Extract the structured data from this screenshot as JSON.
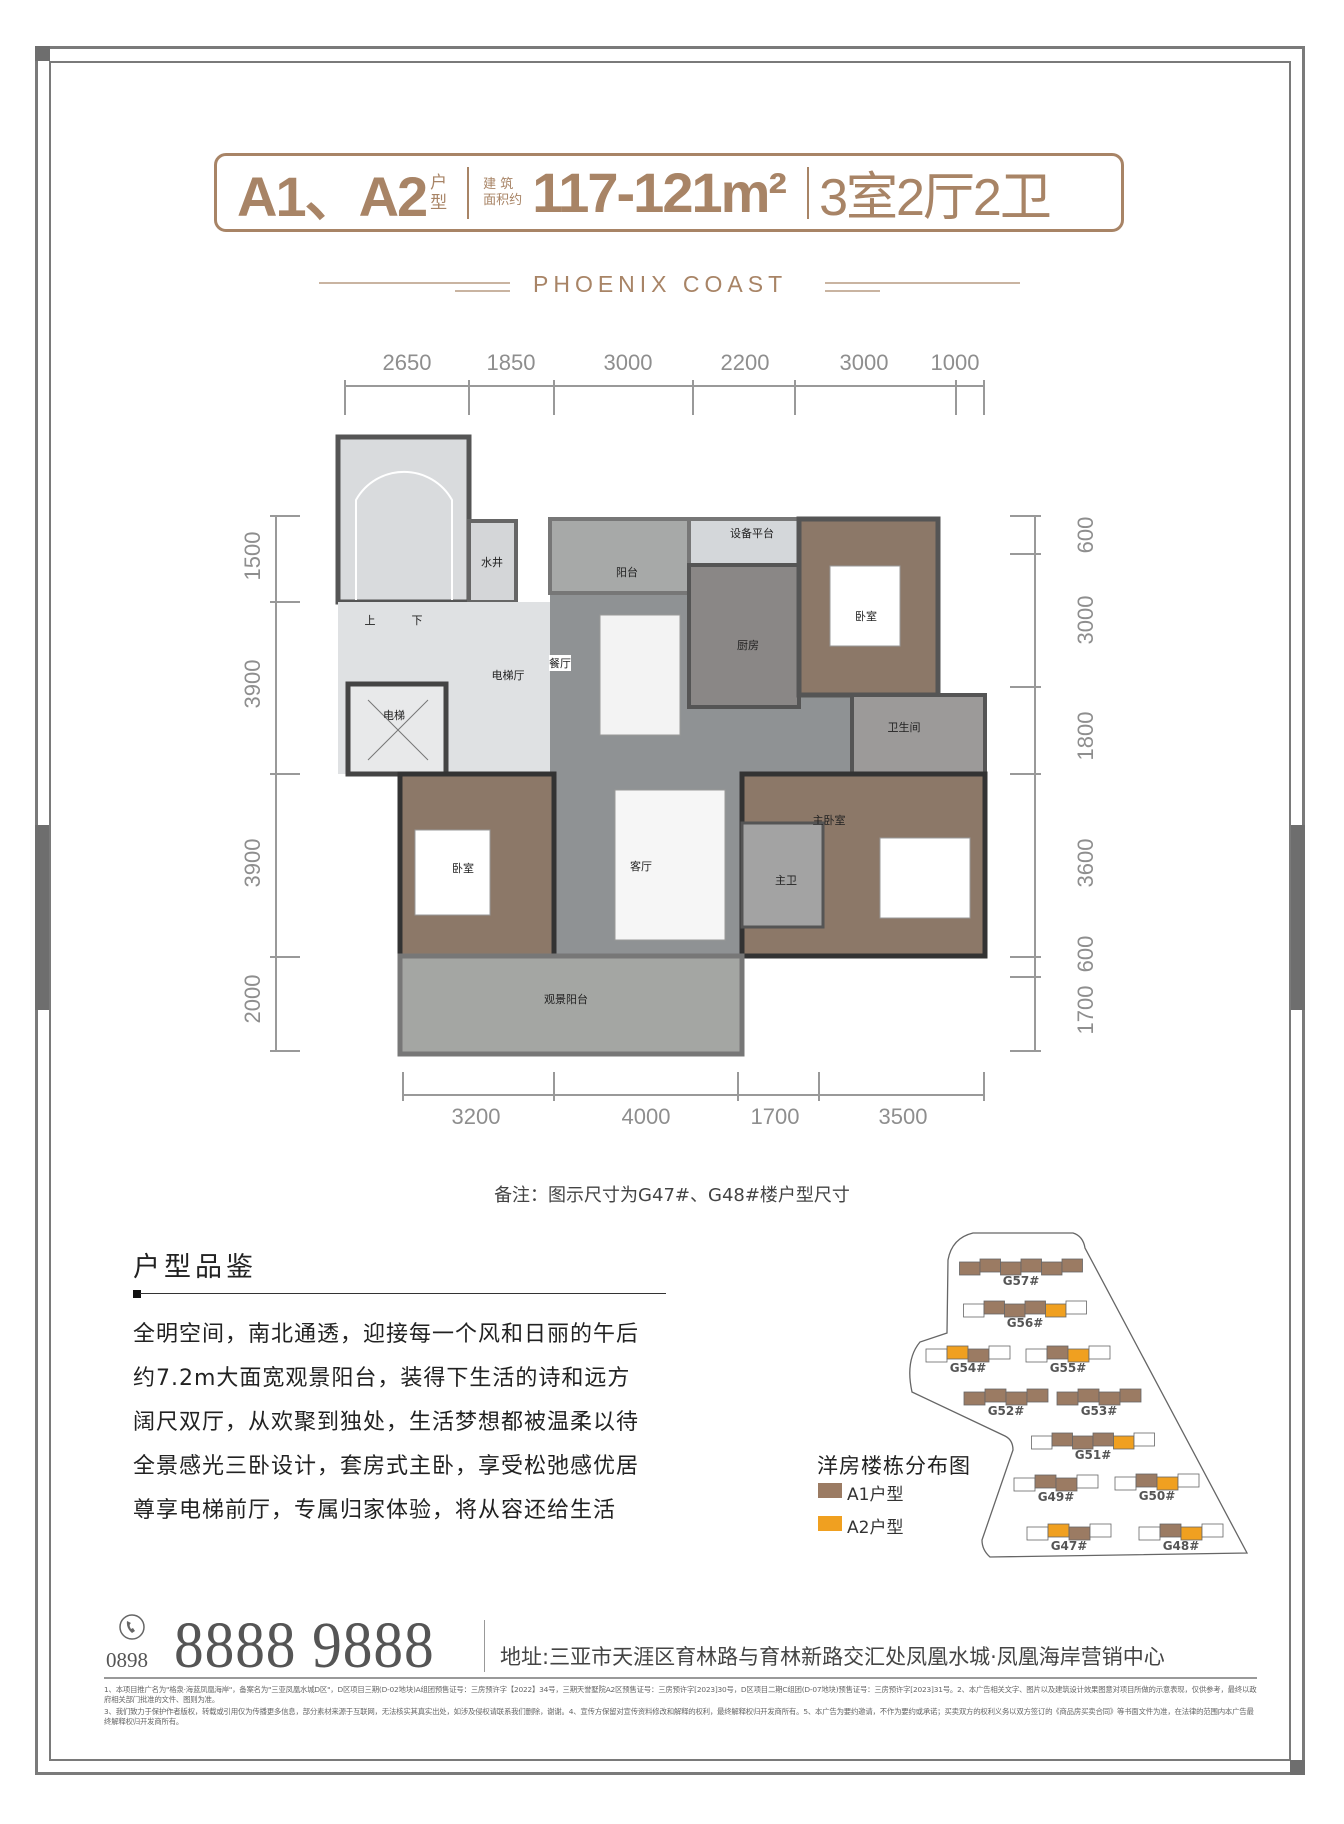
{
  "header": {
    "unit_code": "A1、A2",
    "unit_suffix": [
      "户",
      "型"
    ],
    "area_label": [
      "建 筑",
      "面积约"
    ],
    "area": "117-121m²",
    "layout": "3室2厅2卫",
    "brand": "PHOENIX COAST"
  },
  "plan": {
    "rooms": {
      "stair_up": "上",
      "stair_down": "下",
      "water_well": "水井",
      "elevator_hall": "电梯厅",
      "elevator": "电梯",
      "balcony": "阳台",
      "equipment": "设备平台",
      "kitchen": "厨房",
      "dining": "餐厅",
      "bedroom_ne": "卧室",
      "bathroom": "卫生间",
      "living": "客厅",
      "bedroom_sw": "卧室",
      "master_bedroom": "主卧室",
      "master_bath": "主卫",
      "view_balcony": "观景阳台"
    },
    "dims_top": [
      "2650",
      "1850",
      "3000",
      "2200",
      "3000",
      "1000"
    ],
    "dims_bottom": [
      "3200",
      "4000",
      "1700",
      "3500"
    ],
    "dims_left": [
      "1500",
      "3900",
      "3900",
      "2000"
    ],
    "dims_right": [
      "600",
      "3000",
      "1800",
      "3600",
      "600",
      "1700"
    ]
  },
  "note": "备注：图示尺寸为G47#、G48#楼户型尺寸",
  "features": {
    "title": "户型品鉴",
    "lines": [
      "全明空间，南北通透，迎接每一个风和日丽的午后",
      "约7.2m大面宽观景阳台，装得下生活的诗和远方",
      "阔尺双厅，从欢聚到独处，生活梦想都被温柔以待",
      "全景感光三卧设计，套房式主卧，享受松弛感优居",
      "尊享电梯前厅，专属归家体验，将从容还给生活"
    ]
  },
  "site_map": {
    "title": "洋房楼栋分布图",
    "legend": [
      {
        "label": "A1户型",
        "color": "#9b7b63"
      },
      {
        "label": "A2户型",
        "color": "#f0a020"
      }
    ],
    "buildings": [
      {
        "name": "G57#",
        "units": [
          "a1",
          "a1",
          "a1",
          "a1",
          "a1",
          "a1"
        ]
      },
      {
        "name": "G56#",
        "units": [
          "w",
          "a1",
          "a1",
          "a1",
          "a2",
          "w"
        ]
      },
      {
        "name": "G54#",
        "units": [
          "w",
          "a2",
          "a1",
          "w"
        ]
      },
      {
        "name": "G55#",
        "units": [
          "w",
          "a1",
          "a2",
          "w"
        ]
      },
      {
        "name": "G52#",
        "units": [
          "a1",
          "a1",
          "a1",
          "a1"
        ]
      },
      {
        "name": "G53#",
        "units": [
          "a1",
          "a1",
          "a1",
          "a1"
        ]
      },
      {
        "name": "G51#",
        "units": [
          "w",
          "a1",
          "a1",
          "a1",
          "a2",
          "w"
        ]
      },
      {
        "name": "G49#",
        "units": [
          "w",
          "a1",
          "a1",
          "w"
        ]
      },
      {
        "name": "G50#",
        "units": [
          "w",
          "a1",
          "a2",
          "w"
        ]
      },
      {
        "name": "G47#",
        "units": [
          "w",
          "a2",
          "a1",
          "w"
        ]
      },
      {
        "name": "G48#",
        "units": [
          "w",
          "a1",
          "a2",
          "w"
        ]
      }
    ]
  },
  "footer": {
    "area_code": "0898",
    "phone": "8888 9888",
    "address": "地址:三亚市天涯区育林路与育林新路交汇处凤凰水城·凤凰海岸营销中心",
    "fine_print": [
      "1、本项目推广名为\"格泉·海蓝凤凰海岸\"，备案名为\"三亚凤凰水城D区\"，D区项目三期(D-02地块)A组团预售证号：三房预许字【2022】34号，三期天誉墅院A2区预售证号：三房预许字[2023]30号，D区项目二期C组团(D-07地块)预售证号：三房预许字[2023]31号。2、本广告相关文字、图片以及建筑设计效果图意对项目所做的示意表现，仅供参考，最终以政府相关部门批准的文件、图则为准。",
      "3、我们致力于保护作者版权，转载或引用仅为传播更多信息，部分素材来源于互联网，无法核实其真实出处，如涉及侵权请联系我们删除，谢谢。4、宣传方保留对宣传资料修改和解释的权利，最终解释权归开发商所有。5、本广告为要约邀请，不作为要约或承诺；买卖双方的权利义务以双方签订的《商品房买卖合同》等书面文件为准，在法律的范围内本广告最终解释权归开发商所有。"
    ]
  },
  "colors": {
    "brand": "#a88466",
    "frame": "#6e6e6e",
    "a1": "#9b7b63",
    "a2": "#f0a020"
  }
}
